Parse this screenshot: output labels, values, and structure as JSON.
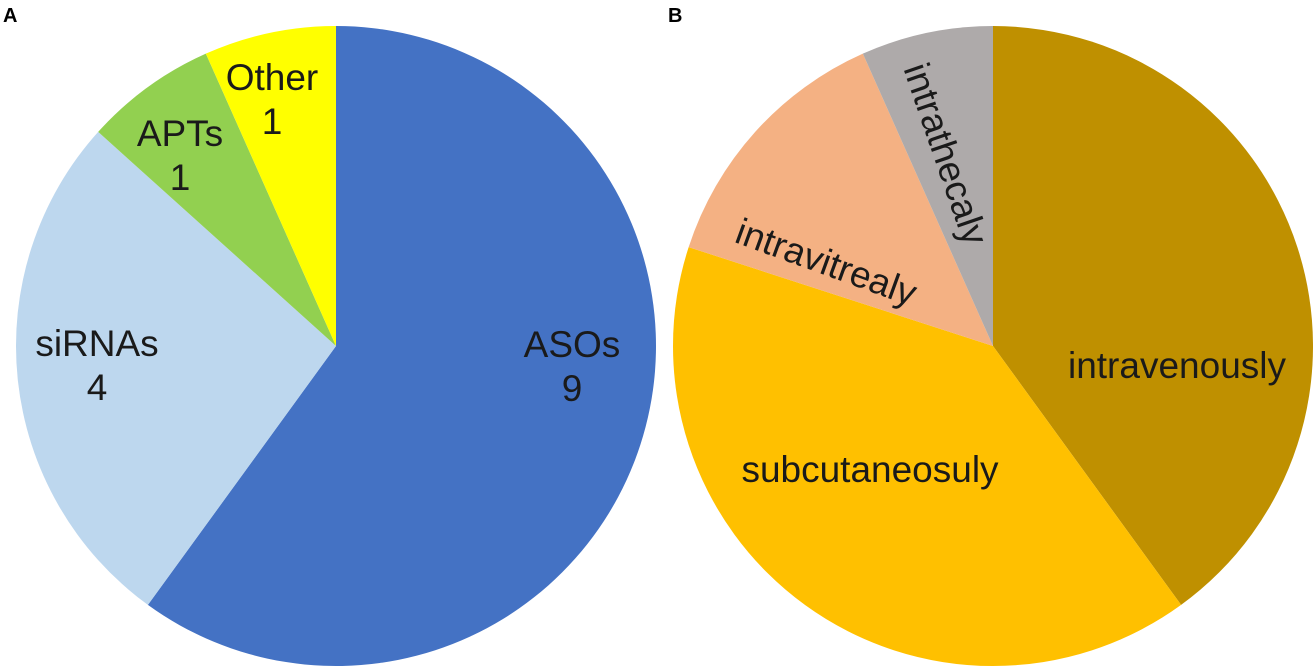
{
  "panels": {
    "a": {
      "label": "A"
    },
    "b": {
      "label": "B"
    }
  },
  "chart_data": [
    {
      "type": "pie",
      "panel": "A",
      "title": "",
      "slices": [
        {
          "name": "ASOs",
          "value": 9,
          "value_label": "9",
          "color": "#4472C4"
        },
        {
          "name": "siRNAs",
          "value": 4,
          "value_label": "4",
          "color": "#BDD7EE"
        },
        {
          "name": "APTs",
          "value": 1,
          "value_label": "1",
          "color": "#92D050"
        },
        {
          "name": "Other",
          "value": 1,
          "value_label": "1",
          "color": "#FFFF00"
        }
      ],
      "start": "12 o'clock",
      "direction": "clockwise",
      "legend": "none"
    },
    {
      "type": "pie",
      "panel": "B",
      "title": "",
      "slices": [
        {
          "name": "intravenously",
          "value": 6,
          "color": "#BF9000"
        },
        {
          "name": "subcutaneosuly",
          "value": 6,
          "color": "#FFC000"
        },
        {
          "name": "intravitrealy",
          "value": 2,
          "color": "#F4B183"
        },
        {
          "name": "intrathecaly",
          "value": 1,
          "color": "#AEAAAA"
        }
      ],
      "start": "12 o'clock",
      "direction": "clockwise",
      "legend": "none"
    }
  ]
}
